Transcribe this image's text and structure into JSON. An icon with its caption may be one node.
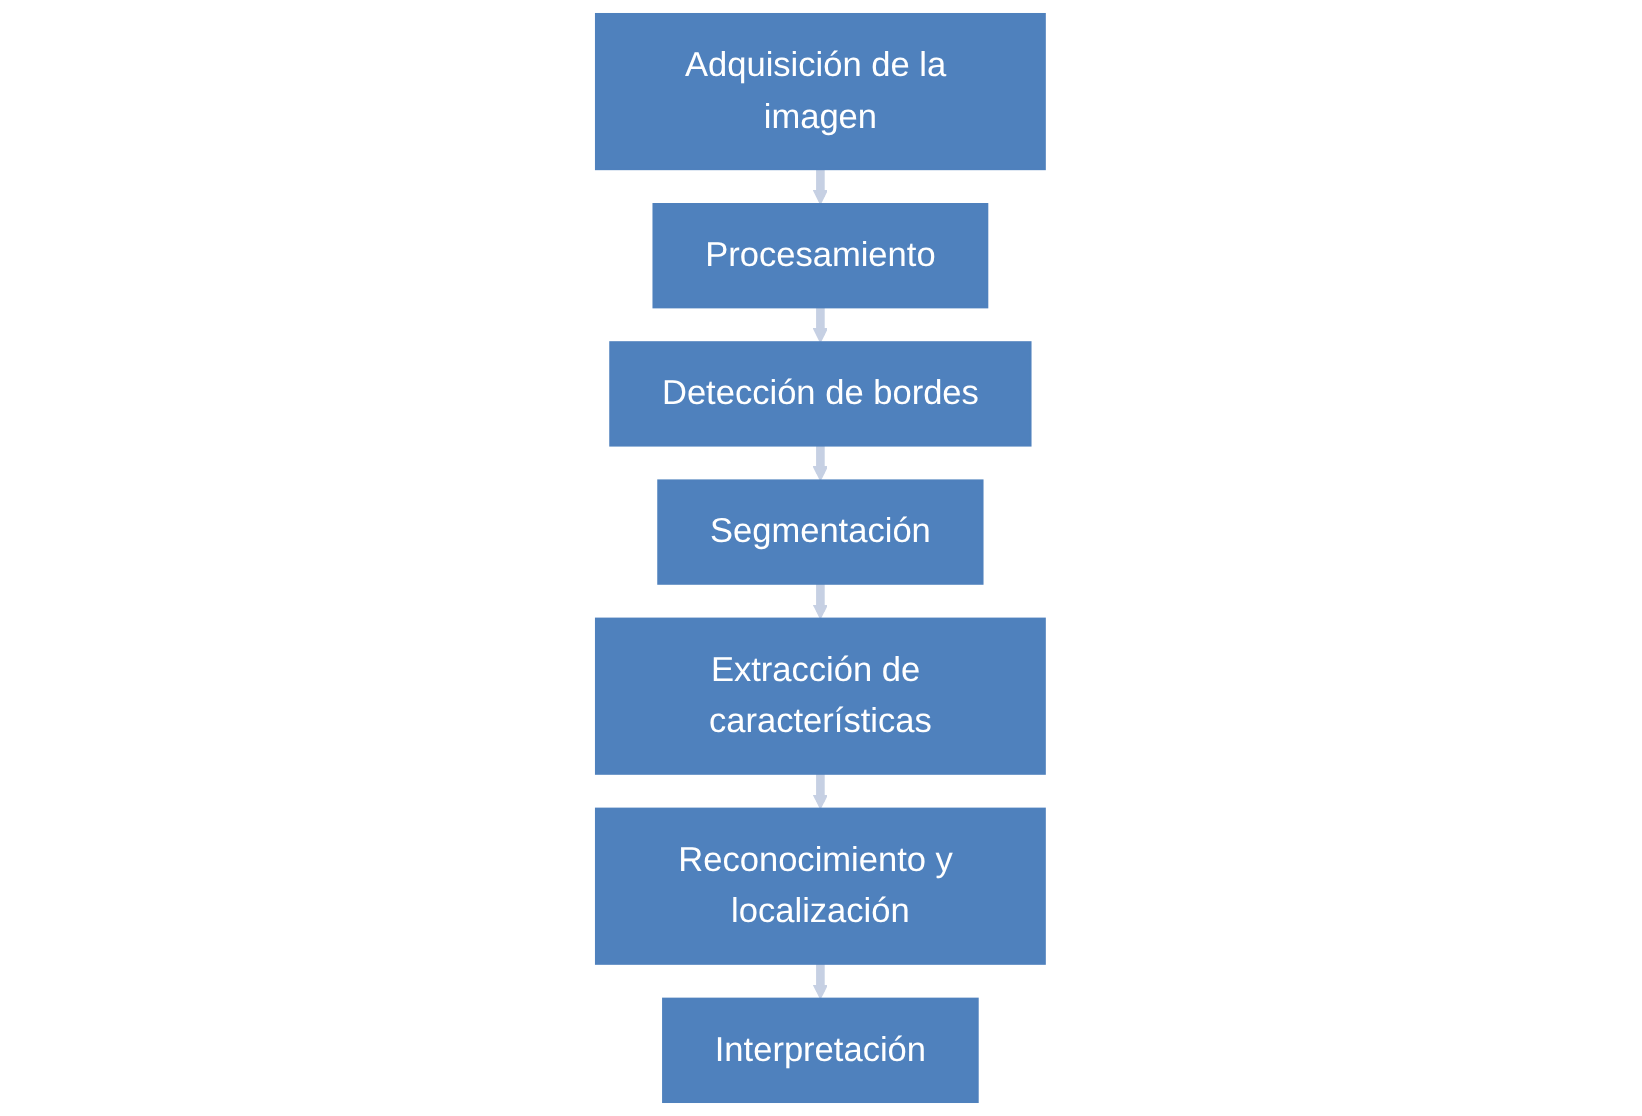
{
  "diagram": {
    "nodes": [
      {
        "text": [
          "Adquisición de la imagen"
        ]
      },
      {
        "text": [
          "Procesamiento"
        ]
      },
      {
        "text": [
          "Detección de bordes"
        ]
      },
      {
        "text": [
          "Segmentación"
        ]
      },
      {
        "text": [
          "Extracción de características"
        ]
      },
      {
        "text": [
          "Reconocimiento y localización"
        ]
      },
      {
        "text": [
          "Interpretación"
        ]
      }
    ],
    "edges": [
      {
        "from": 0,
        "to": 1,
        "arrow": "to"
      },
      {
        "from": 1,
        "to": 2,
        "arrow": "to"
      },
      {
        "from": 2,
        "to": 3,
        "arrow": "to"
      },
      {
        "from": 3,
        "to": 4,
        "arrow": "to"
      },
      {
        "from": 4,
        "to": 5,
        "arrow": "to"
      },
      {
        "from": 5,
        "to": 6,
        "arrow": "to"
      }
    ]
  }
}
